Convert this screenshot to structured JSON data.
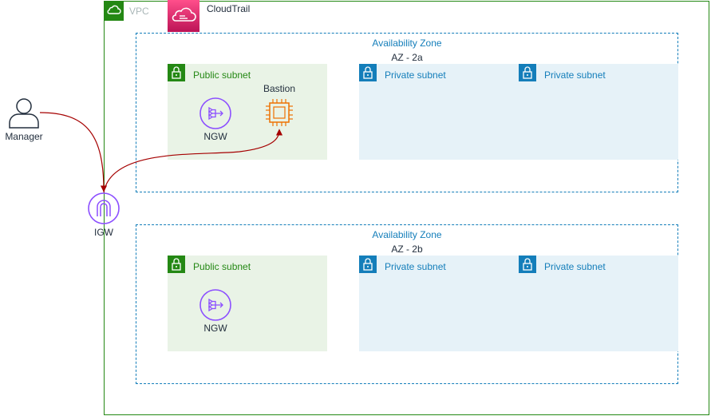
{
  "vpc": {
    "label": "VPC",
    "border_color": "#248814"
  },
  "cloudtrail": {
    "label": "CloudTrail"
  },
  "manager": {
    "label": "Manager"
  },
  "igw": {
    "label": "IGW"
  },
  "az_a": {
    "title": "Availability Zone",
    "name": "AZ - 2a",
    "public_subnet": "Public subnet",
    "private_subnet_1": "Private subnet",
    "private_subnet_2": "Private subnet",
    "ngw": "NGW",
    "bastion": "Bastion"
  },
  "az_b": {
    "title": "Availability Zone",
    "name": "AZ - 2b",
    "public_subnet": "Public subnet",
    "private_subnet_1": "Private subnet",
    "private_subnet_2": "Private subnet",
    "ngw": "NGW"
  },
  "colors": {
    "public_subnet": "#248814",
    "private_subnet": "#147eba",
    "network_icons": "#8c4fff",
    "compute_icon": "#ed7100",
    "arrows": "#a50000"
  },
  "icons": [
    "user-icon",
    "internet-gateway-icon",
    "nat-gateway-icon",
    "ec2-instance-icon",
    "lock-icon",
    "cloud-icon",
    "cloudtrail-icon"
  ]
}
